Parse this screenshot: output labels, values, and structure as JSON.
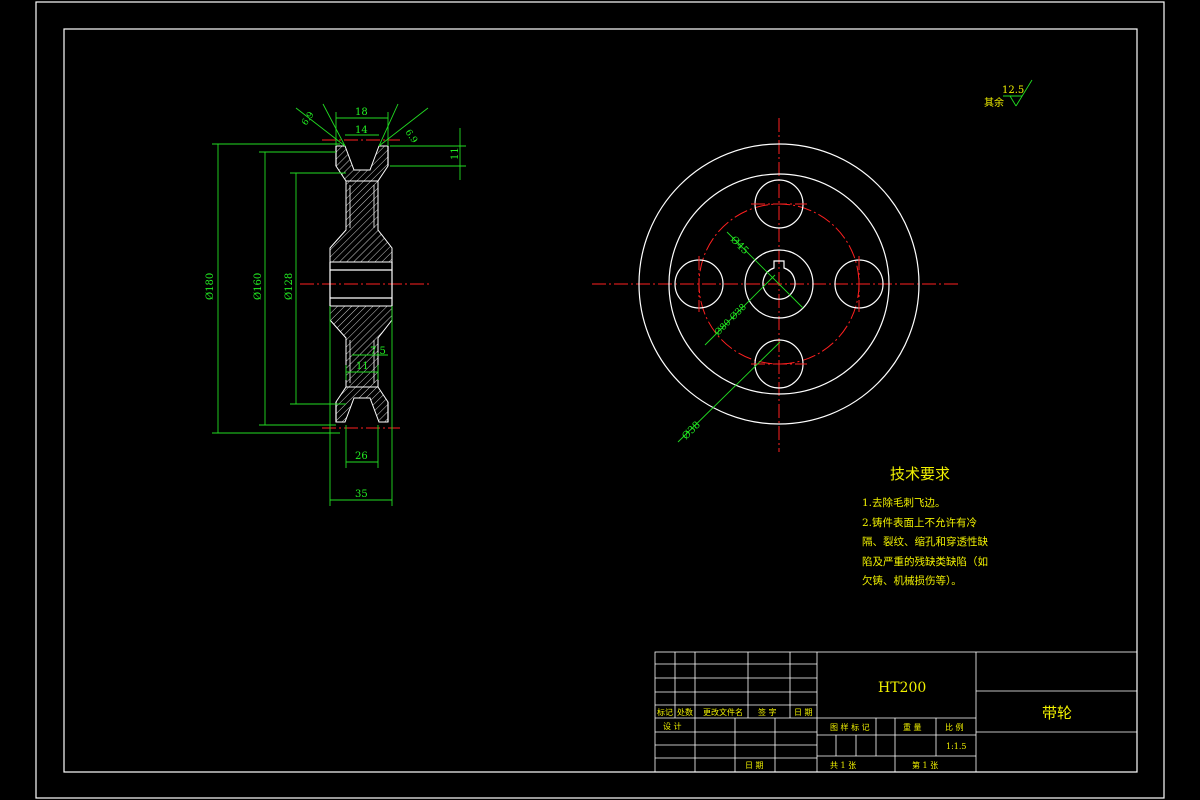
{
  "dimensions": {
    "d180": "Ø180",
    "d160": "Ø160",
    "d128": "Ø128",
    "w18": "18",
    "w14": "14",
    "h11": "11",
    "d75": "7.5",
    "d11": "11",
    "d26": "26",
    "d35": "35",
    "ang1": "6.9",
    "ang2": "6.9",
    "hub_d": "Ø45",
    "pcd": "Ø80 Ø38",
    "outer_d": "Ø38"
  },
  "roughness": {
    "value": "12.5",
    "label": "其余"
  },
  "tech_req": {
    "title": "技术要求",
    "line1": "1.去除毛刺飞边。",
    "line2": "2.铸件表面上不允许有冷",
    "line3": "隔、裂纹、缩孔和穿透性缺",
    "line4": "陷及严重的残缺类缺陷（如",
    "line5": "欠铸、机械损伤等）。"
  },
  "title_block": {
    "material": "HT200",
    "part_name": "带轮",
    "scale": "1:1.5",
    "row_marks": [
      "标记",
      "处数",
      "更改文件名",
      "签 字",
      "日 期"
    ],
    "design": "设 计",
    "date": "日 期",
    "stage_marks": "图 样 标 记",
    "weight": "重 量",
    "scale_label": "比 例",
    "total_sheets": "共  1  张",
    "sheet_no": "第  1  张"
  },
  "colors": {
    "background": "#000000",
    "outline": "#ffffff",
    "dimension": "#22dd22",
    "centerline": "#ff2020",
    "text": "#f0f000"
  }
}
